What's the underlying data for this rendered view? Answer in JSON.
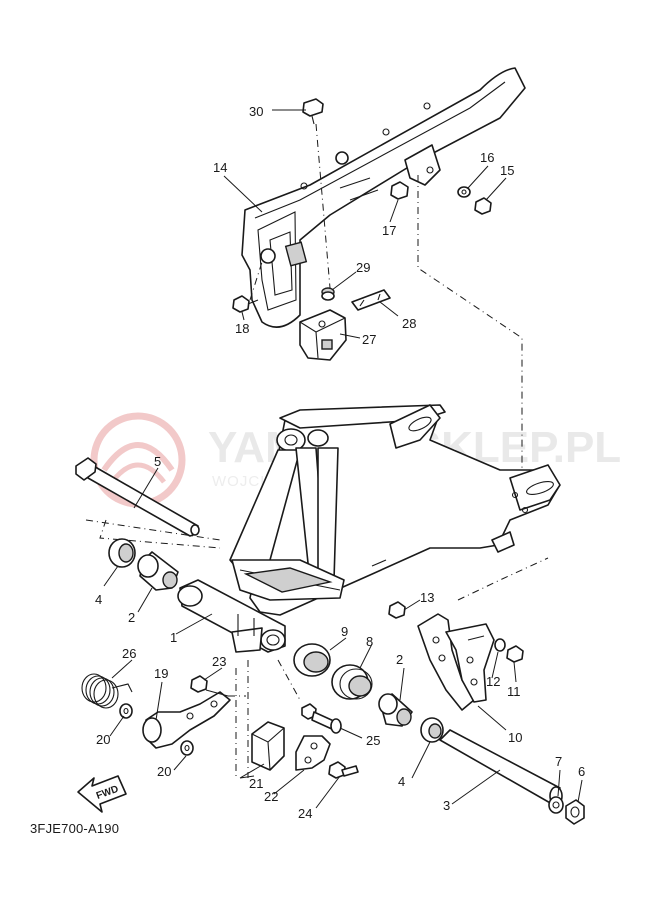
{
  "diagram": {
    "code": "3FJE700-A190",
    "fwd_label": "FWD",
    "watermark": {
      "title": "YAMAHA-SKLEP.PL",
      "subtitle": "WOJCIECHOWSKI | DEALER YAMAHA"
    },
    "callouts": [
      {
        "num": "1"
      },
      {
        "num": "2"
      },
      {
        "num": "2"
      },
      {
        "num": "3"
      },
      {
        "num": "4"
      },
      {
        "num": "4"
      },
      {
        "num": "5"
      },
      {
        "num": "6"
      },
      {
        "num": "7"
      },
      {
        "num": "8"
      },
      {
        "num": "9"
      },
      {
        "num": "10"
      },
      {
        "num": "11"
      },
      {
        "num": "12"
      },
      {
        "num": "13"
      },
      {
        "num": "14"
      },
      {
        "num": "15"
      },
      {
        "num": "16"
      },
      {
        "num": "17"
      },
      {
        "num": "18"
      },
      {
        "num": "19"
      },
      {
        "num": "20"
      },
      {
        "num": "20"
      },
      {
        "num": "21"
      },
      {
        "num": "22"
      },
      {
        "num": "23"
      },
      {
        "num": "24"
      },
      {
        "num": "25"
      },
      {
        "num": "26"
      },
      {
        "num": "27"
      },
      {
        "num": "28"
      },
      {
        "num": "29"
      },
      {
        "num": "30"
      }
    ]
  },
  "colors": {
    "line": "#1a1a1a",
    "watermark": "#e9e9e9",
    "watermark_logo": "#f2c9c9"
  }
}
